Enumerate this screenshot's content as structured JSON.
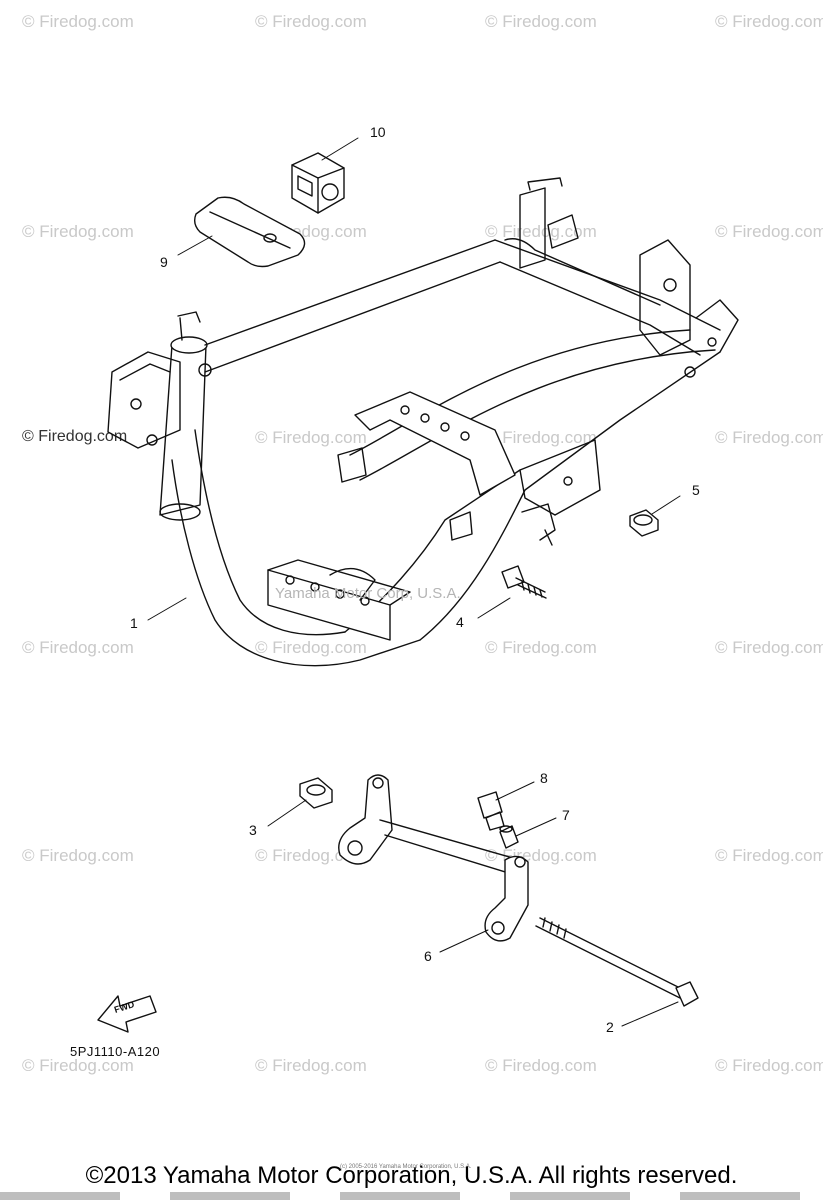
{
  "watermark": "© Firedog.com",
  "diagram": {
    "callouts": [
      {
        "id": "1",
        "label": "1"
      },
      {
        "id": "2",
        "label": "2"
      },
      {
        "id": "3",
        "label": "3"
      },
      {
        "id": "4",
        "label": "4"
      },
      {
        "id": "5",
        "label": "5"
      },
      {
        "id": "6",
        "label": "6"
      },
      {
        "id": "7",
        "label": "7"
      },
      {
        "id": "8",
        "label": "8"
      },
      {
        "id": "9",
        "label": "9"
      },
      {
        "id": "10",
        "label": "10"
      }
    ],
    "fwd_label": "FWD",
    "diagram_code": "5PJ1110-A120",
    "center_watermark": "Yamaha Motor Corp, U.S.A.",
    "tiny_print": "(c) 2005-2016 Yamaha Motor Corporation, U.S.A."
  },
  "footer": {
    "copyright": "©2013 Yamaha Motor Corporation, U.S.A. All rights reserved."
  }
}
